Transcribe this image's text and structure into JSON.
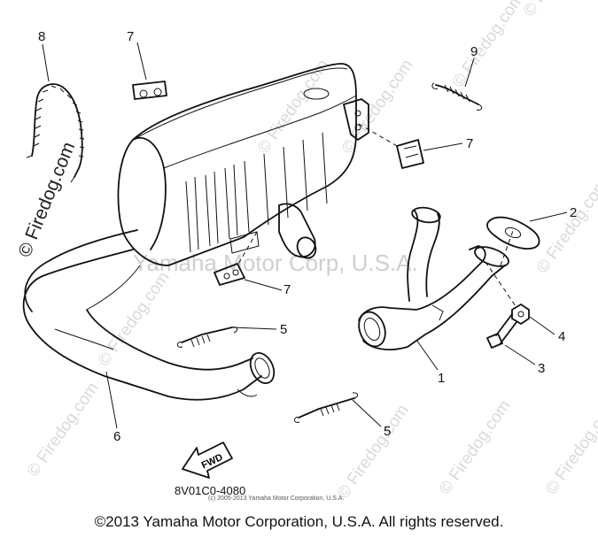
{
  "watermark": {
    "vertical": "© Firedog.com",
    "diagonal": "© Firedog.com",
    "center": "Yamaha Motor Corp, U.S.A."
  },
  "callouts": [
    {
      "id": "1",
      "label": "1"
    },
    {
      "id": "2",
      "label": "2"
    },
    {
      "id": "3",
      "label": "3"
    },
    {
      "id": "4",
      "label": "4"
    },
    {
      "id": "5a",
      "label": "5"
    },
    {
      "id": "5b",
      "label": "5"
    },
    {
      "id": "6",
      "label": "6"
    },
    {
      "id": "7a",
      "label": "7"
    },
    {
      "id": "7b",
      "label": "7"
    },
    {
      "id": "7c",
      "label": "7"
    },
    {
      "id": "8",
      "label": "8"
    },
    {
      "id": "9",
      "label": "9"
    }
  ],
  "fwd_label": "FWD",
  "diagram_code": "8V01C0-4080",
  "small_copyright": "(c) 2005-2013 Yamaha Motor Corporation, U.S.A.",
  "copyright": "©2013 Yamaha Motor Corporation, U.S.A. All rights reserved."
}
